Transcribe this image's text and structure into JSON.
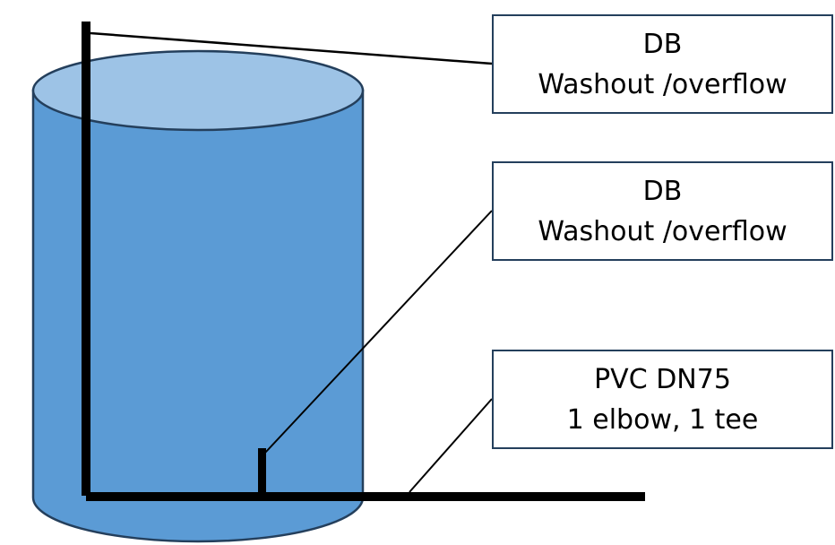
{
  "colors": {
    "tank_body": "#5b9bd5",
    "tank_top": "#9dc3e6",
    "tank_outline": "#243f5c",
    "pipe": "#000000",
    "box_border": "#243f5c"
  },
  "labels": [
    {
      "id": "washout-overflow-top",
      "lines": [
        "DB",
        "Washout /overflow"
      ]
    },
    {
      "id": "washout-overflow-middle",
      "lines": [
        "DB",
        "Washout /overflow"
      ]
    },
    {
      "id": "pvc-pipe",
      "lines": [
        "PVC DN75",
        "1 elbow, 1 tee"
      ]
    }
  ]
}
